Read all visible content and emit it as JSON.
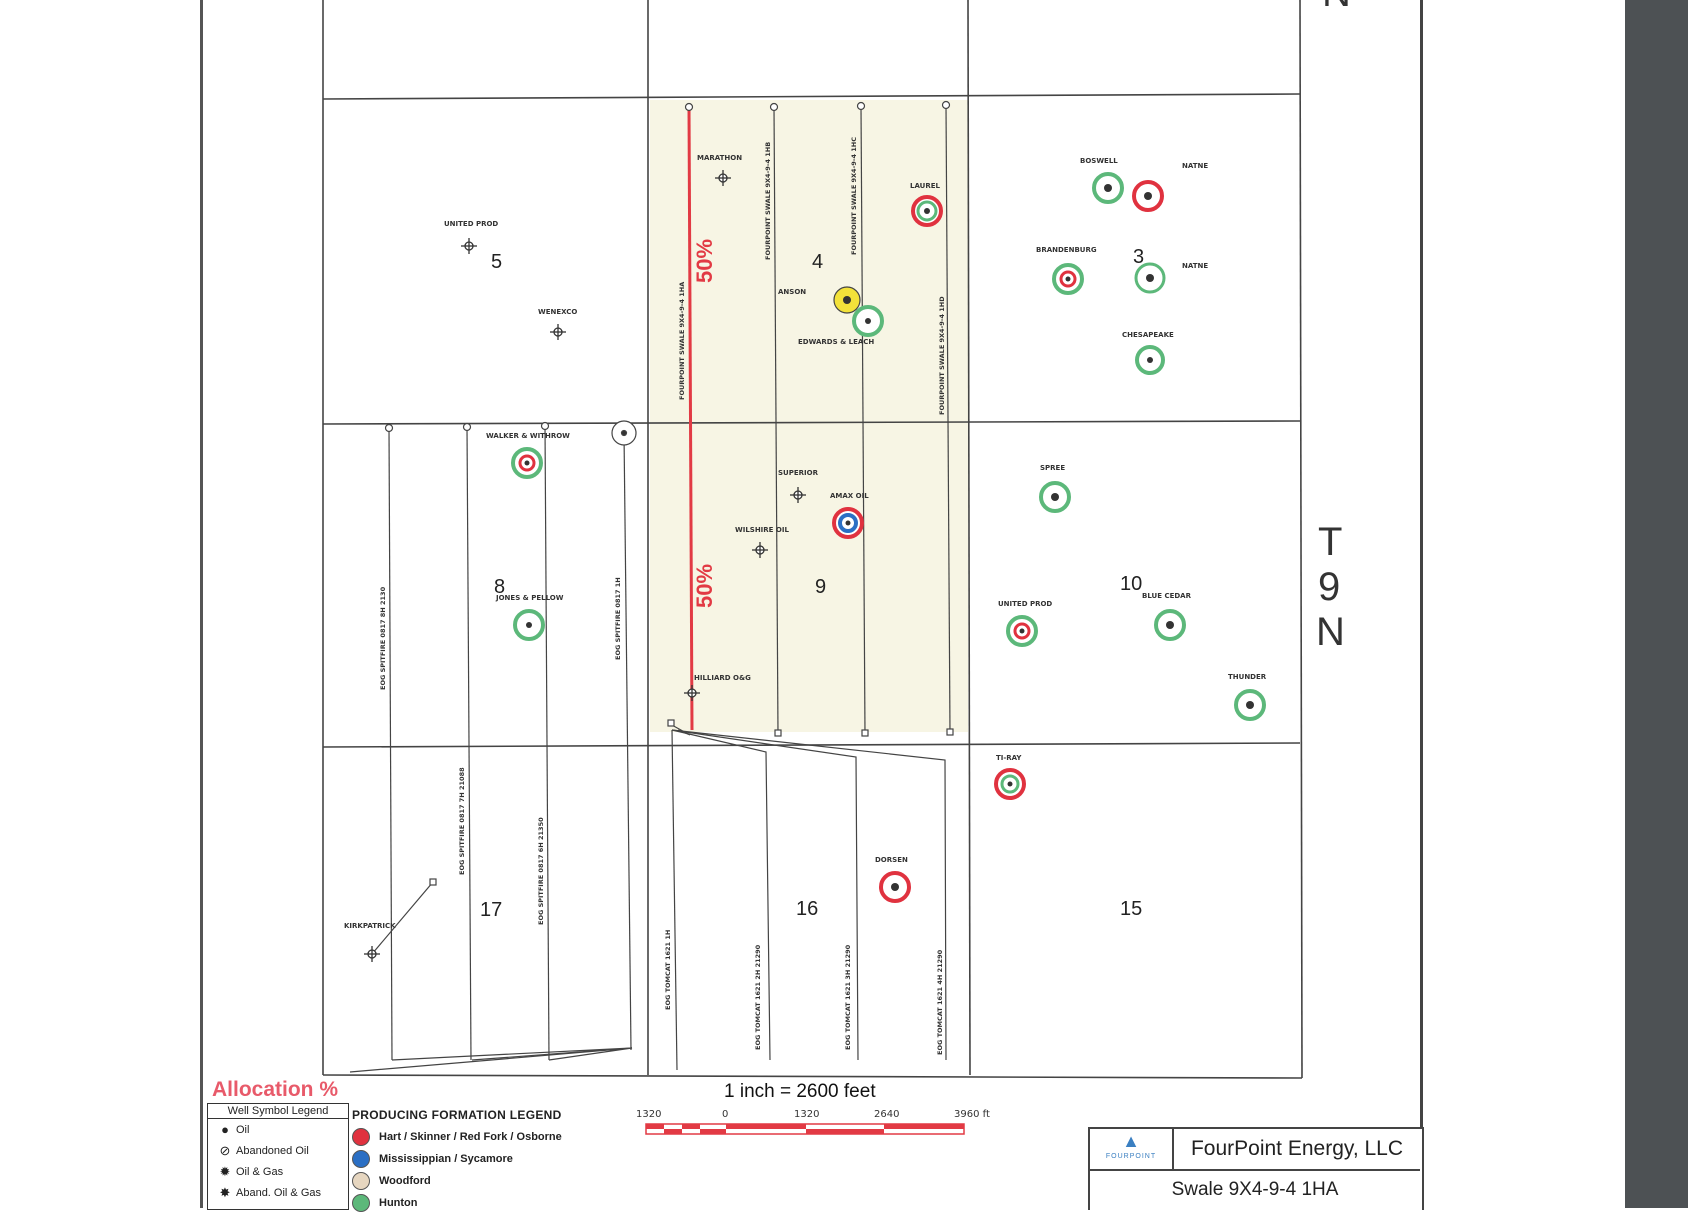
{
  "sections": [
    {
      "num": "5"
    },
    {
      "num": "4"
    },
    {
      "num": "3"
    },
    {
      "num": "8"
    },
    {
      "num": "9"
    },
    {
      "num": "10"
    },
    {
      "num": "17"
    },
    {
      "num": "16"
    },
    {
      "num": "15"
    }
  ],
  "township": {
    "t": "T",
    "n9": "9",
    "n": "N"
  },
  "north_partial": "N",
  "allocation": {
    "left_pct": "50%",
    "right_pct": "50%"
  },
  "well_labels": {
    "marathon": "MARATHON",
    "laurel": "LAUREL",
    "united_prod": "UNITED PROD",
    "wenexco": "WENEXCO",
    "anson": "ANSON",
    "edwards": "EDWARDS & LEACH",
    "boswell": "BOSWELL",
    "natne": "NATNE",
    "brandenburg": "BRANDENBURG",
    "chesapeake": "CHESAPEAKE",
    "walker": "WALKER & WITHROW",
    "superior": "SUPERIOR",
    "amax": "AMAX OIL",
    "wilshire": "WILSHIRE OIL",
    "jones": "JONES & PELLOW",
    "spree": "SPREE",
    "united_prod2": "UNITED PROD",
    "bluecedar": "BLUE CEDAR",
    "thunder": "THUNDER",
    "hilliard": "HILLIARD O&G",
    "tiray": "TI-RAY",
    "dorsen": "DORSEN",
    "kirkpatrick": "KIRKPATRICK"
  },
  "lateral_labels": {
    "fp_1ha": "FOURPOINT SWALE 9X4-9-4 1HA",
    "fp_1hb": "FOURPOINT SWALE 9X4-9-4 1HB",
    "fp_1hc": "FOURPOINT SWALE 9X4-9-4 1HC",
    "fp_1hd": "FOURPOINT SWALE 9X4-9-4 1HD",
    "eog1": "EOG SPITFIRE 0817 8H 2130",
    "eog2": "EOG SPITFIRE 0817 7H 21088",
    "eog3": "EOG SPITFIRE 0817 6H 21350",
    "eog4": "EOG SPITFIRE 0817 1H",
    "eog5": "EOG TOMCAT 1621 1H",
    "eog6": "EOG TOMCAT 1621 2H 21290",
    "eog7": "EOG TOMCAT 1621 3H 21290",
    "eog8": "EOG TOMCAT 1621 4H 21290"
  },
  "scale": {
    "text": "1 inch = 2600 feet",
    "ticks": [
      "1320",
      "0",
      "1320",
      "2640",
      "3960 ft"
    ]
  },
  "alloc_title": "Allocation %",
  "well_symbol_legend": {
    "title": "Well Symbol Legend",
    "items": [
      {
        "label": "Oil",
        "icon": "oil-dot-icon"
      },
      {
        "label": "Abandoned Oil",
        "icon": "abandoned-oil-icon"
      },
      {
        "label": "Oil & Gas",
        "icon": "oil-gas-icon"
      },
      {
        "label": "Aband. Oil & Gas",
        "icon": "abandoned-oil-gas-icon"
      }
    ]
  },
  "formation_legend": {
    "title": "PRODUCING FORMATION LEGEND",
    "items": [
      {
        "label": "Hart / Skinner / Red Fork / Osborne",
        "color": "#e0323f"
      },
      {
        "label": "Mississippian / Sycamore",
        "color": "#2b6fc4"
      },
      {
        "label": "Woodford",
        "color": "#e6d6c0"
      },
      {
        "label": "Hunton",
        "color": "#5cb87a"
      }
    ]
  },
  "title_block": {
    "logo_text": "FOURPOINT",
    "company": "FourPoint Energy, LLC",
    "well": "Swale 9X4-9-4 1HA"
  },
  "colors": {
    "allocation_line": "#e23a44",
    "highlight": "#f7f5e4"
  }
}
